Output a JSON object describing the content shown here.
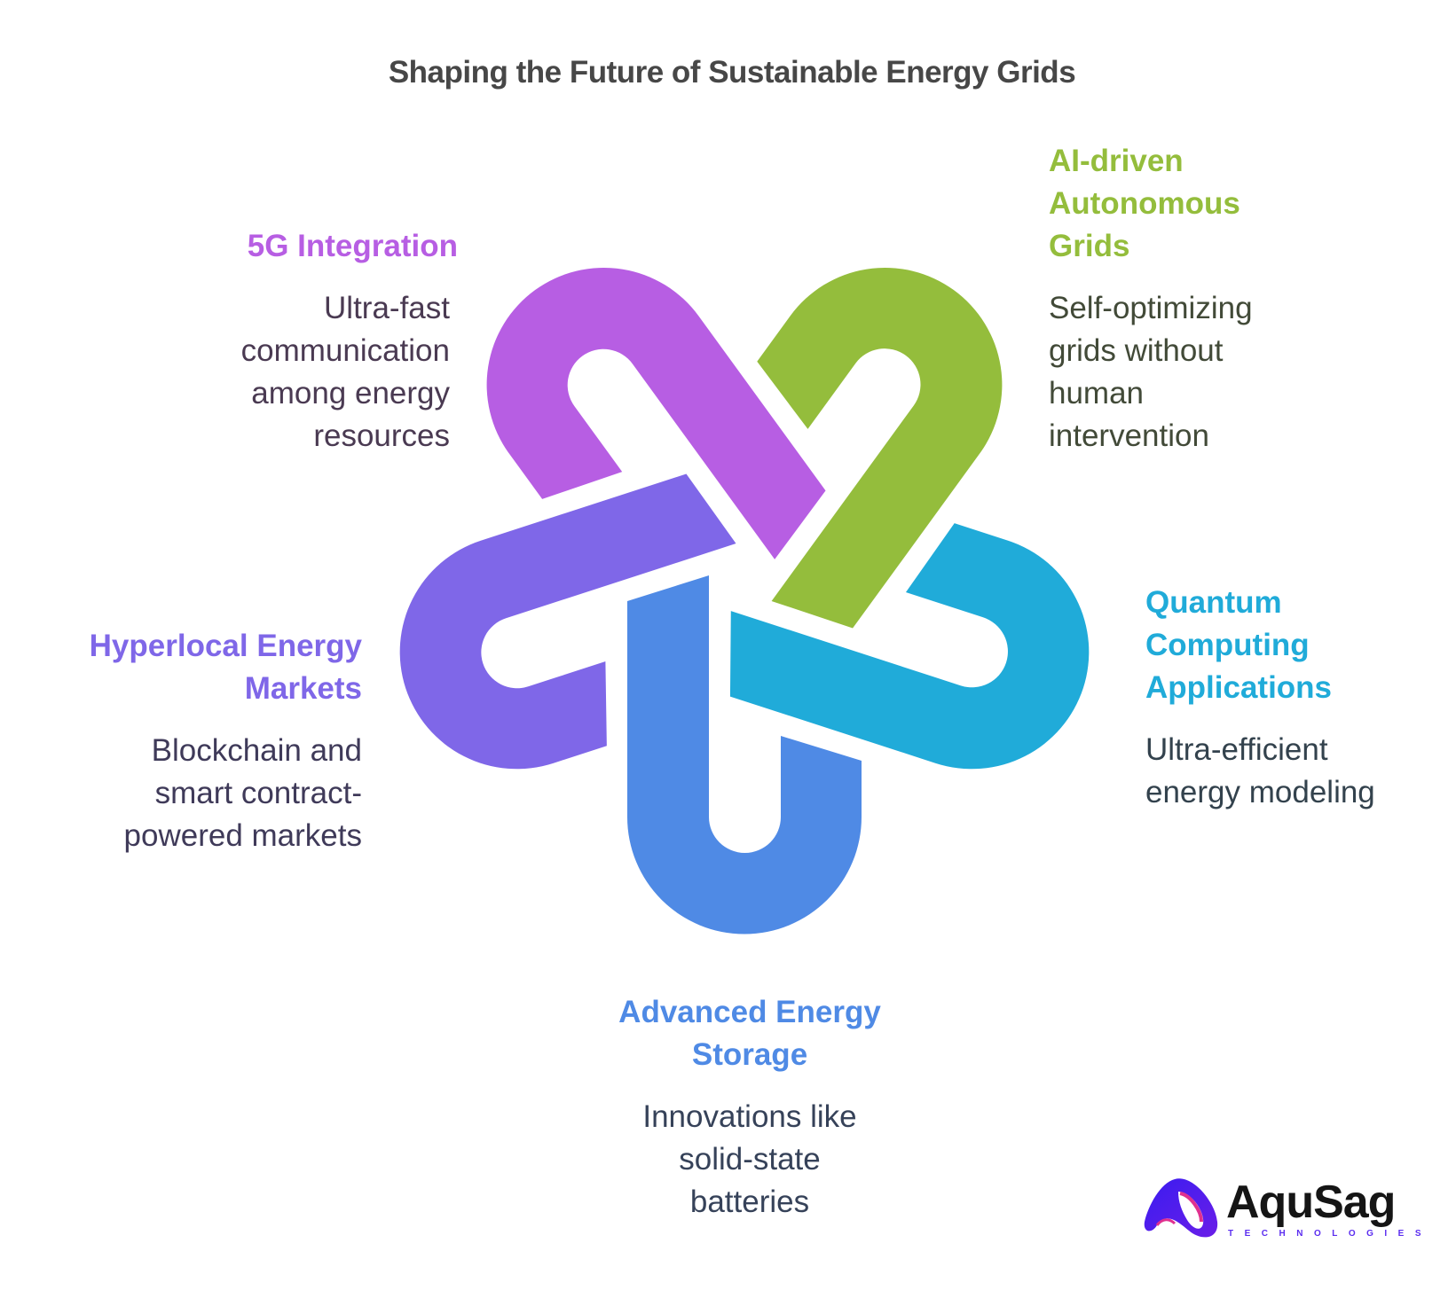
{
  "title": "Shaping the Future of Sustainable Energy Grids",
  "items": [
    {
      "key": "5g",
      "heading": "5G Integration",
      "description": "Ultra-fast\ncommunication\namong energy\nresources",
      "color": "#b75ee3",
      "text_color": "#4a3a52"
    },
    {
      "key": "ai",
      "heading": "AI-driven\nAutonomous\nGrids",
      "description": "Self-optimizing\ngrids without\nhuman\nintervention",
      "color": "#94bd3c",
      "text_color": "#424a38"
    },
    {
      "key": "quantum",
      "heading": "Quantum\nComputing\nApplications",
      "description": "Ultra-efficient\nenergy modeling",
      "color": "#20abd9",
      "text_color": "#33424d"
    },
    {
      "key": "storage",
      "heading": "Advanced Energy\nStorage",
      "description": "Innovations like\nsolid-state\nbatteries",
      "color": "#4f8ae5",
      "text_color": "#364259"
    },
    {
      "key": "hyperlocal",
      "heading": "Hyperlocal Energy\nMarkets",
      "description": "Blockchain and\nsmart contract-\npowered markets",
      "color": "#7f67e8",
      "text_color": "#3f3a59"
    }
  ],
  "logo": {
    "name": "AquSag",
    "tagline": "TECHNOLOGIES",
    "icon": "aqusag-loop-icon",
    "colors": {
      "primary": "#4a1cf0",
      "accent": "#e0308f",
      "text": "#151515"
    }
  }
}
